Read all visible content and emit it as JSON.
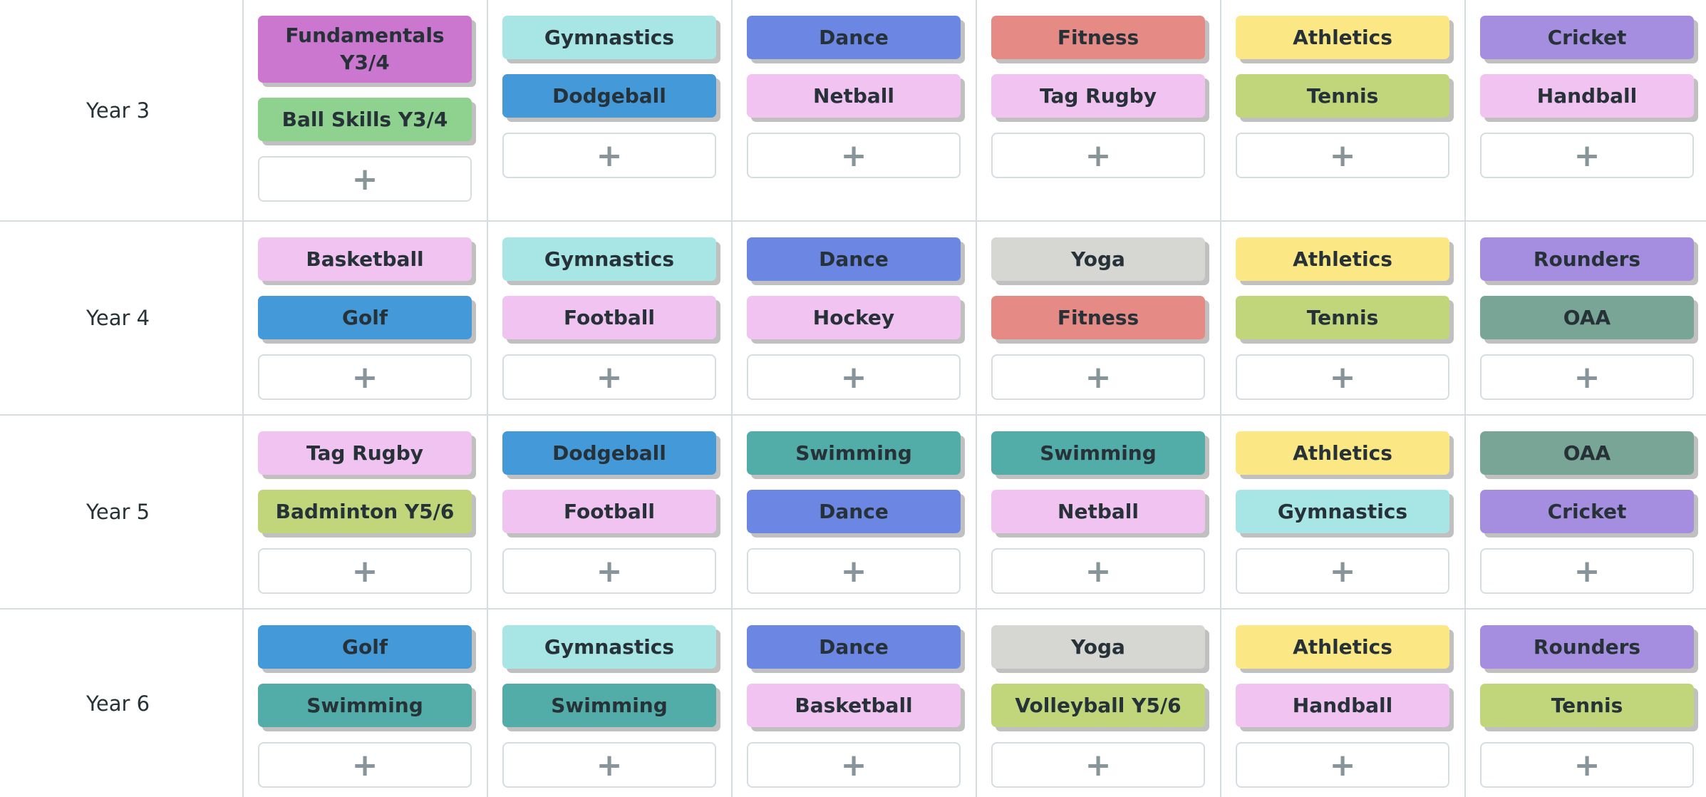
{
  "add_symbol": "+",
  "rows": [
    {
      "label": "Year 3",
      "columns": [
        [
          {
            "label": "Fundamentals Y3/4",
            "color": "#cc77cf"
          },
          {
            "label": "Ball Skills Y3/4",
            "color": "#8fd18f"
          }
        ],
        [
          {
            "label": "Gymnastics",
            "color": "#a8e6e6"
          },
          {
            "label": "Dodgeball",
            "color": "#4499d9"
          }
        ],
        [
          {
            "label": "Dance",
            "color": "#6b87e3"
          },
          {
            "label": "Netball",
            "color": "#f1c3f1"
          }
        ],
        [
          {
            "label": "Fitness",
            "color": "#e68a86"
          },
          {
            "label": "Tag Rugby",
            "color": "#f1c3f1"
          }
        ],
        [
          {
            "label": "Athletics",
            "color": "#fbe784"
          },
          {
            "label": "Tennis",
            "color": "#c1d67b"
          }
        ],
        [
          {
            "label": "Cricket",
            "color": "#a58ee0"
          },
          {
            "label": "Handball",
            "color": "#f1c3f1"
          }
        ]
      ]
    },
    {
      "label": "Year 4",
      "columns": [
        [
          {
            "label": "Basketball",
            "color": "#f1c3f1"
          },
          {
            "label": "Golf",
            "color": "#4499d9"
          }
        ],
        [
          {
            "label": "Gymnastics",
            "color": "#a8e6e6"
          },
          {
            "label": "Football",
            "color": "#f1c3f1"
          }
        ],
        [
          {
            "label": "Dance",
            "color": "#6b87e3"
          },
          {
            "label": "Hockey",
            "color": "#f1c3f1"
          }
        ],
        [
          {
            "label": "Yoga",
            "color": "#d6d6d3"
          },
          {
            "label": "Fitness",
            "color": "#e68a86"
          }
        ],
        [
          {
            "label": "Athletics",
            "color": "#fbe784"
          },
          {
            "label": "Tennis",
            "color": "#c1d67b"
          }
        ],
        [
          {
            "label": "Rounders",
            "color": "#a58ee0"
          },
          {
            "label": "OAA",
            "color": "#78a596"
          }
        ]
      ]
    },
    {
      "label": "Year 5",
      "columns": [
        [
          {
            "label": "Tag Rugby",
            "color": "#f1c3f1"
          },
          {
            "label": "Badminton Y5/6",
            "color": "#c1d67b"
          }
        ],
        [
          {
            "label": "Dodgeball",
            "color": "#4499d9"
          },
          {
            "label": "Football",
            "color": "#f1c3f1"
          }
        ],
        [
          {
            "label": "Swimming",
            "color": "#52ada8"
          },
          {
            "label": "Dance",
            "color": "#6b87e3"
          }
        ],
        [
          {
            "label": "Swimming",
            "color": "#52ada8"
          },
          {
            "label": "Netball",
            "color": "#f1c3f1"
          }
        ],
        [
          {
            "label": "Athletics",
            "color": "#fbe784"
          },
          {
            "label": "Gymnastics",
            "color": "#a8e6e6"
          }
        ],
        [
          {
            "label": "OAA",
            "color": "#78a596"
          },
          {
            "label": "Cricket",
            "color": "#a58ee0"
          }
        ]
      ]
    },
    {
      "label": "Year 6",
      "columns": [
        [
          {
            "label": "Golf",
            "color": "#4499d9"
          },
          {
            "label": "Swimming",
            "color": "#52ada8"
          }
        ],
        [
          {
            "label": "Gymnastics",
            "color": "#a8e6e6"
          },
          {
            "label": "Swimming",
            "color": "#52ada8"
          }
        ],
        [
          {
            "label": "Dance",
            "color": "#6b87e3"
          },
          {
            "label": "Basketball",
            "color": "#f1c3f1"
          }
        ],
        [
          {
            "label": "Yoga",
            "color": "#d6d6d3"
          },
          {
            "label": "Volleyball Y5/6",
            "color": "#c1d67b"
          }
        ],
        [
          {
            "label": "Athletics",
            "color": "#fbe784"
          },
          {
            "label": "Handball",
            "color": "#f1c3f1"
          }
        ],
        [
          {
            "label": "Rounders",
            "color": "#a58ee0"
          },
          {
            "label": "Tennis",
            "color": "#c1d67b"
          }
        ]
      ]
    }
  ]
}
